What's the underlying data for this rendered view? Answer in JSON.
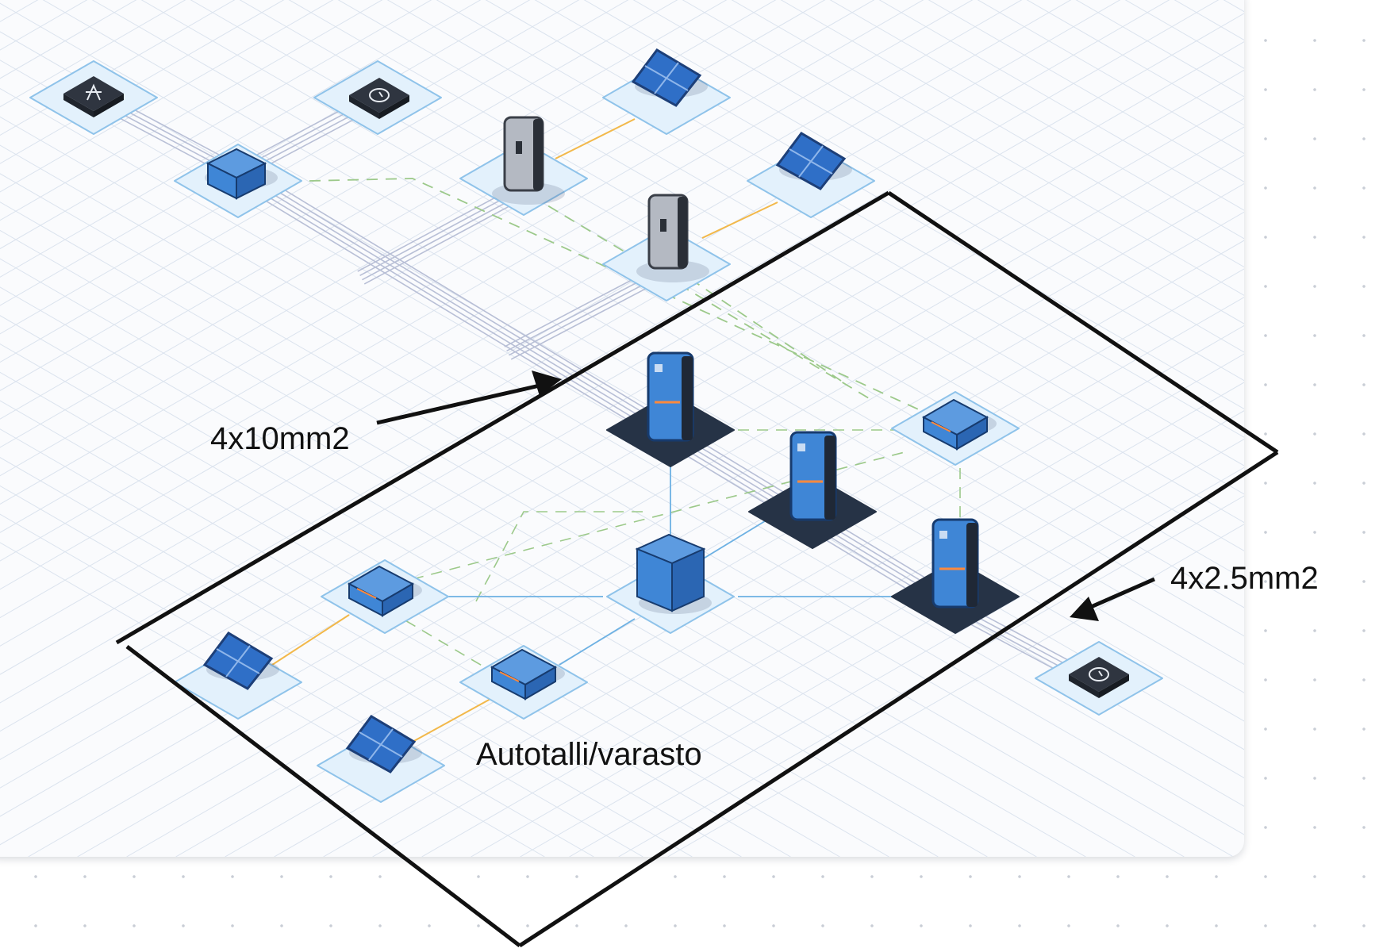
{
  "annotations": {
    "main_cable": "4x10mm2",
    "branch_cable": "4x2.5mm2",
    "area": "Autotalli/varasto"
  },
  "colors": {
    "grid": "#dbe3ee",
    "tile_fill": "#e3f1fc",
    "tile_stroke": "#8fc3ea",
    "dark_tile": "#263346",
    "power_line": "#b8bfd6",
    "data_line": "#9cc98a",
    "pv_line": "#f2b84a",
    "link_line": "#6db1e3",
    "device_blue": "#3f86d6",
    "panel_blue": "#2f6fc7",
    "marker": "#111111"
  },
  "devices": [
    {
      "name": "grid-pylon-icon",
      "kind": "meter-pylon"
    },
    {
      "name": "energy-meter-icon",
      "kind": "meter"
    },
    {
      "name": "distribution-board-icon",
      "kind": "breaker"
    },
    {
      "name": "ev-charger-1-icon",
      "kind": "charger"
    },
    {
      "name": "ev-charger-2-icon",
      "kind": "charger"
    },
    {
      "name": "solar-panel-1-icon",
      "kind": "panel"
    },
    {
      "name": "solar-panel-2-icon",
      "kind": "panel"
    },
    {
      "name": "inverter-1-icon",
      "kind": "inverter"
    },
    {
      "name": "inverter-2-icon",
      "kind": "inverter"
    },
    {
      "name": "inverter-3-icon",
      "kind": "inverter"
    },
    {
      "name": "gx-controller-icon",
      "kind": "box"
    },
    {
      "name": "battery-icon",
      "kind": "battery"
    },
    {
      "name": "mppt-1-icon",
      "kind": "mppt"
    },
    {
      "name": "mppt-2-icon",
      "kind": "mppt"
    },
    {
      "name": "solar-panel-3-icon",
      "kind": "panel"
    },
    {
      "name": "solar-panel-4-icon",
      "kind": "panel"
    },
    {
      "name": "energy-meter-2-icon",
      "kind": "meter"
    }
  ]
}
